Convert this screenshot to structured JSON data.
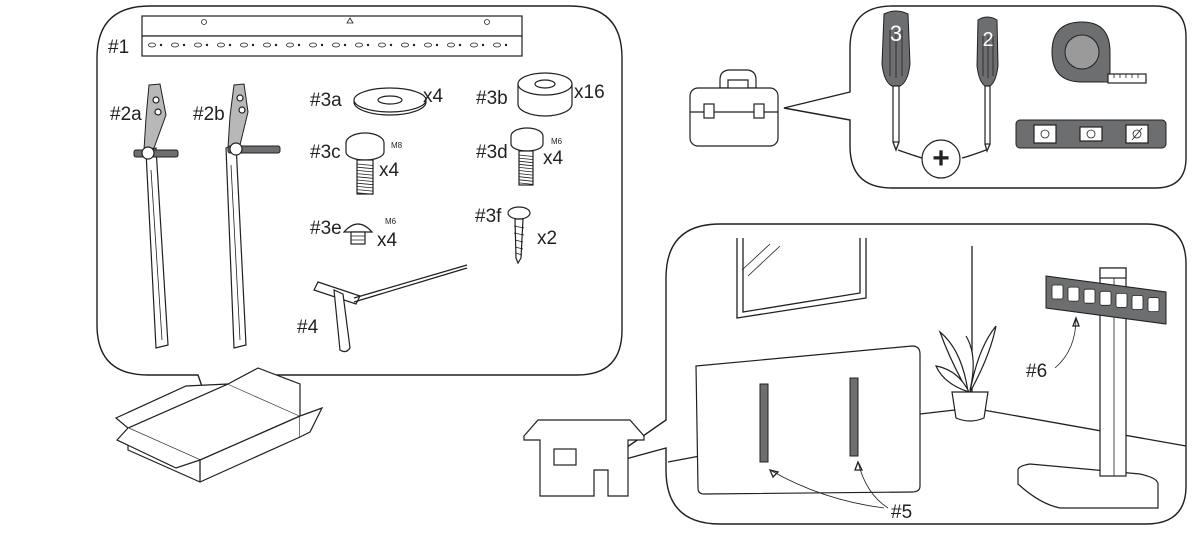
{
  "parts_panel": {
    "labels": {
      "p1": "#1",
      "p2a": "#2a",
      "p2b": "#2b",
      "p3a": "#3a",
      "p3b": "#3b",
      "p3c": "#3c",
      "p3d": "#3d",
      "p3e": "#3e",
      "p3f": "#3f",
      "p4": "#4"
    },
    "quantities": {
      "p3a": "x4",
      "p3b": "x16",
      "p3c": "x4",
      "p3d": "x4",
      "p3e": "x4",
      "p3f": "x2"
    },
    "thread_sizes": {
      "p3c": "M8",
      "p3d": "M6",
      "p3e": "M6"
    }
  },
  "tools_panel": {
    "screwdriver_sizes": [
      "3",
      "2"
    ],
    "phillips_symbol": "+"
  },
  "room_panel": {
    "labels": {
      "p5": "#5",
      "p6": "#6"
    }
  }
}
